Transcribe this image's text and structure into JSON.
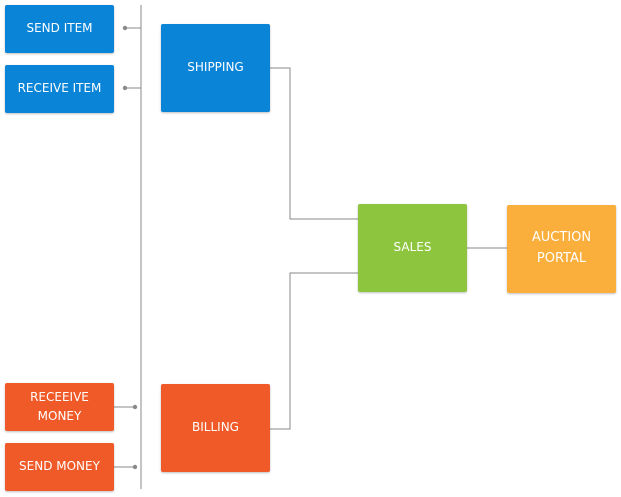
{
  "colors": {
    "blue": "#0A84D6",
    "orange": "#F05A28",
    "green": "#8DC53E",
    "amber": "#FAAE3B",
    "connector": "#8A8A8A"
  },
  "nodes": {
    "send_item": "SEND ITEM",
    "receive_item": "RECEIVE ITEM",
    "receive_money": "RECEEIVE MONEY",
    "send_money": "SEND MONEY",
    "shipping": "SHIPPING",
    "billing": "BILLING",
    "sales": "SALES",
    "auction_line1": "AUCTION",
    "auction_line2": "PORTAL"
  }
}
